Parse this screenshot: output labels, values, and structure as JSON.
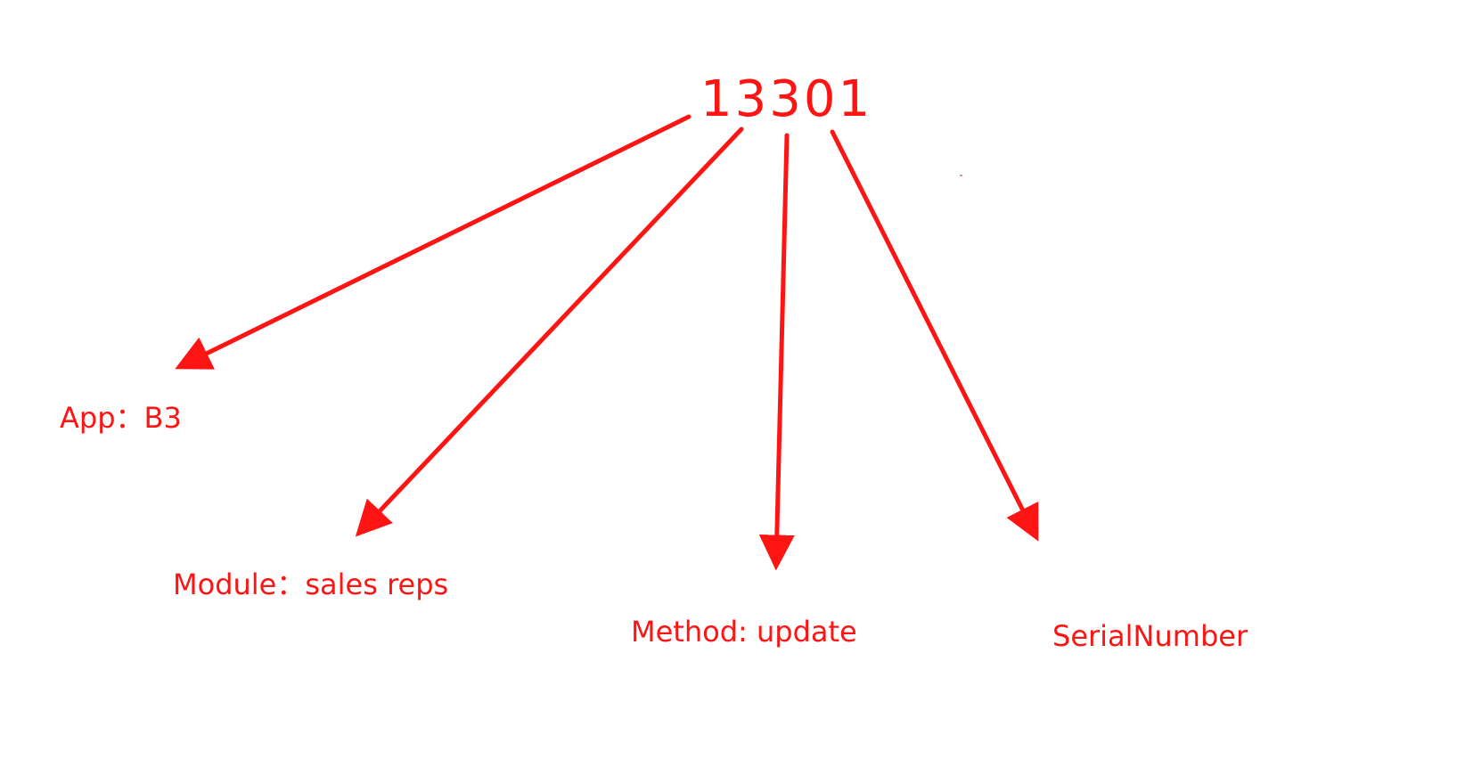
{
  "code": "13301",
  "labels": {
    "app": "App：B3",
    "module": "Module：sales reps",
    "method": "Method: update",
    "serial": "SerialNumber"
  },
  "colors": {
    "accent": "#ff1414"
  }
}
